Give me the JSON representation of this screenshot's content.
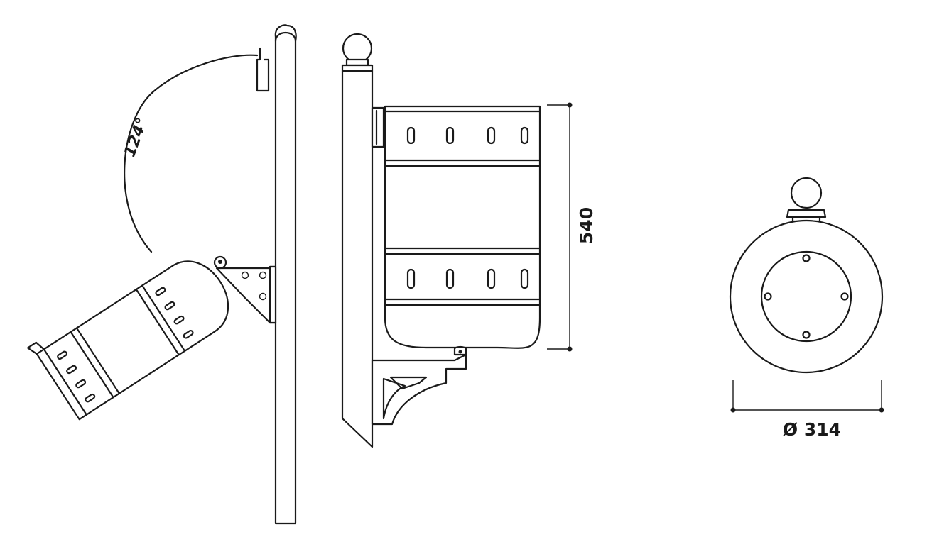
{
  "dimensions": {
    "angle": "124°",
    "height": "540",
    "diameter": "Ø 314"
  },
  "colors": {
    "stroke": "#1a1a1a",
    "background": "#ffffff"
  }
}
